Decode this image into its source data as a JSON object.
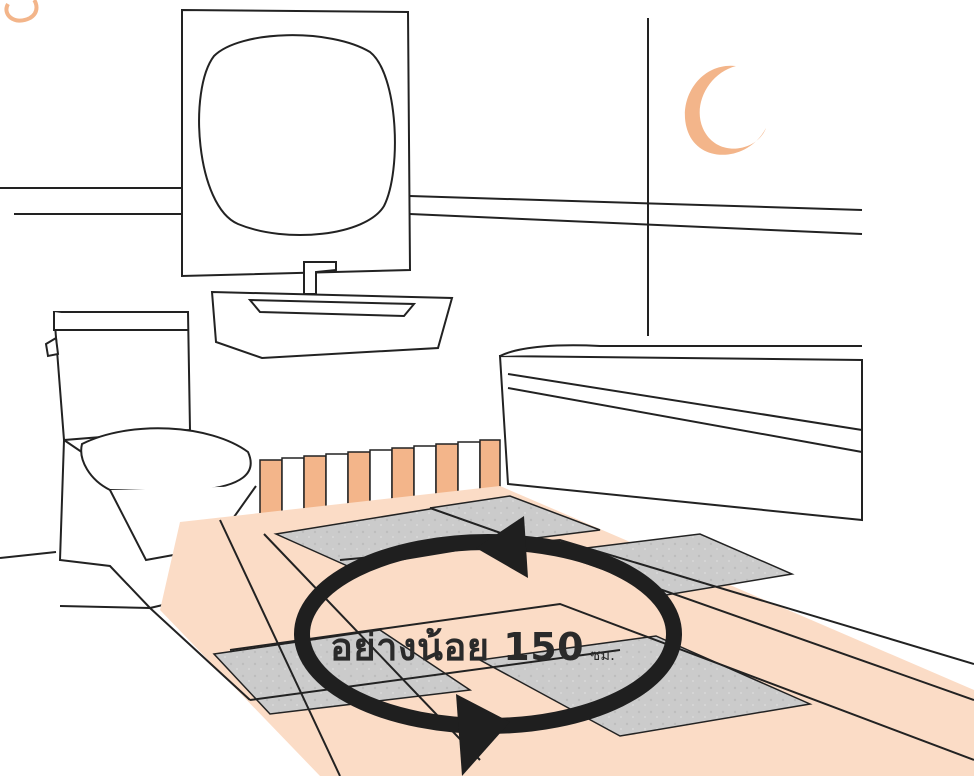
{
  "illustration": {
    "subject": "bathroom",
    "colors": {
      "accent": "#f3b58a",
      "accent_light": "#fbdcc6",
      "tile_gray": "#c8c8c8",
      "line": "#222222",
      "arrow": "#1f1f1f"
    }
  },
  "label": {
    "text": "อย่างน้อย 150",
    "unit": "ซม."
  }
}
